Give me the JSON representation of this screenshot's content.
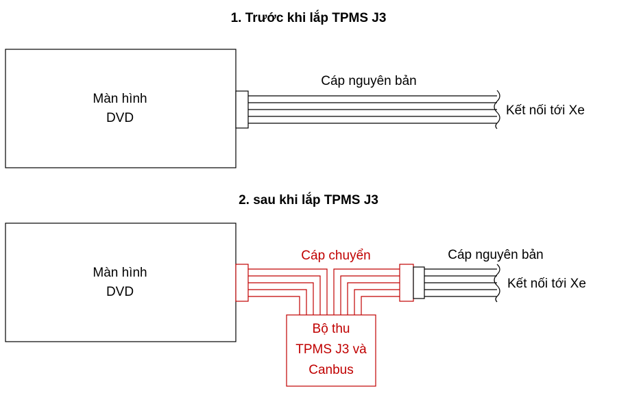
{
  "section1": {
    "title": "1. Trước khi lắp TPMS J3",
    "monitor_line1": "Màn hình",
    "monitor_line2": "DVD",
    "cable_label": "Cáp nguyên bản",
    "connect_label": "Kết nối tới Xe"
  },
  "section2": {
    "title": "2. sau khi lắp TPMS J3",
    "monitor_line1": "Màn hình",
    "monitor_line2": "DVD",
    "adapter_cable_label": "Cáp chuyển",
    "cable_label": "Cáp nguyên bản",
    "connect_label": "Kết nối tới Xe",
    "receiver_line1": "Bộ thu",
    "receiver_line2": "TPMS J3 và",
    "receiver_line3": "Canbus"
  },
  "colors": {
    "line": "#000000",
    "accent": "#c00000"
  }
}
